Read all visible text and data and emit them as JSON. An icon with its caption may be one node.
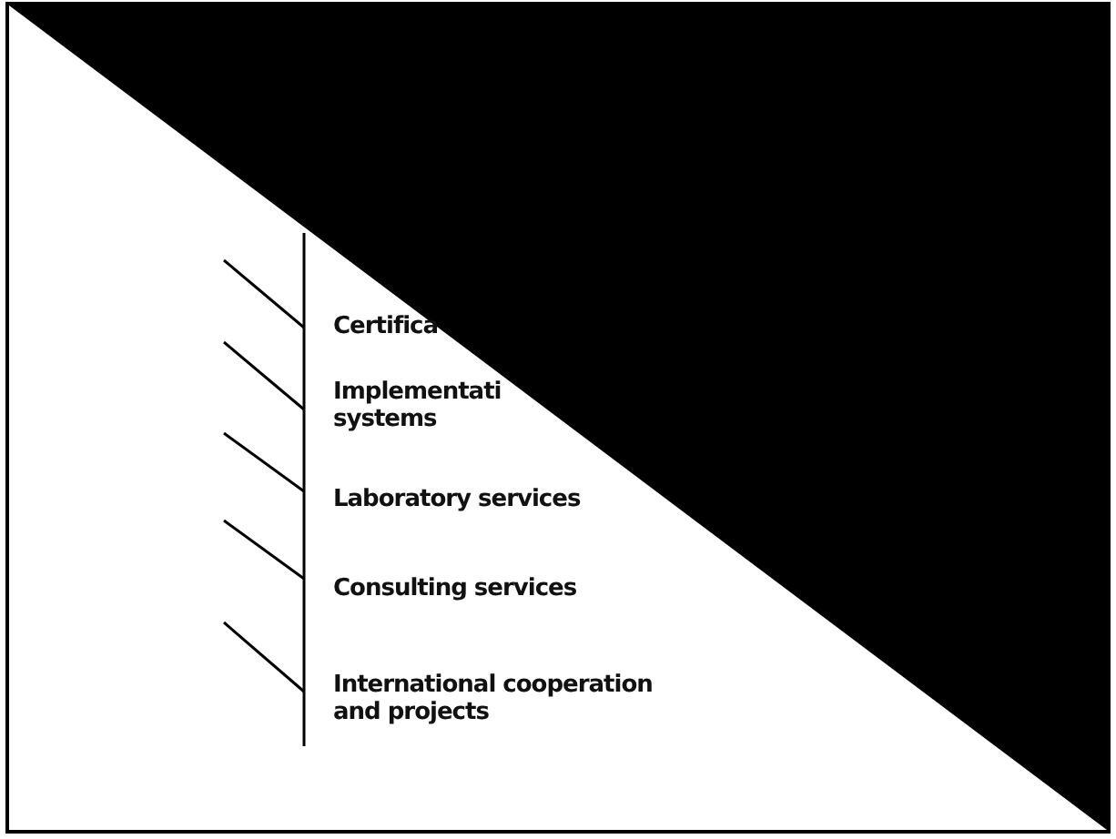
{
  "diagram": {
    "labels": [
      "Certifica",
      "Implementati systems",
      "Laboratory services",
      "Consulting services",
      "International cooperation and projects"
    ]
  }
}
